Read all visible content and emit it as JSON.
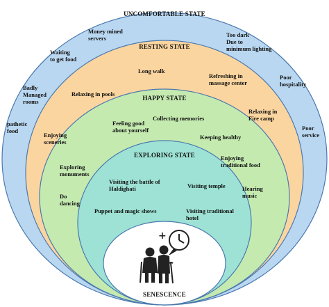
{
  "colors": {
    "outer_ring": "#b9d7f0",
    "resting_ring": "#fbd59f",
    "happy_ring": "#c4eab0",
    "exploring_ring": "#9de2d4",
    "center": "#ffffff",
    "outline": "#4a78b0"
  },
  "rings": {
    "uncomfortable": {
      "title": "UNCOMFORTABLE STATE",
      "items": [
        "Money mined\nservers",
        "Waiting\nto get food",
        "Badly\nManaged\nrooms",
        "pathetic\nfood",
        "Too dark\nDue to\nminimum lighting",
        "Poor\nhospitality",
        "Poor\nservice"
      ]
    },
    "resting": {
      "title": "RESTING STATE",
      "items": [
        "Long walk",
        "Refreshing in\nmassage center",
        "Relaxing in pools",
        "Relaxing in\nFire camp"
      ]
    },
    "happy": {
      "title": "HAPPY STATE",
      "items": [
        "Feeling good\nabout yourself",
        "Collecting memories",
        "Keeping healthy",
        "Enjoying\nsceneries",
        "Enjoying\ntraditional food"
      ]
    },
    "exploring": {
      "title": "EXPLORING STATE",
      "items": [
        "Exploring\nmonuments",
        "Do\ndancing",
        "Visiting the battle of\nHaldighati",
        "Visiting temple",
        "Hearing\nmusic",
        "Puppet and magic shows",
        "Visiting traditional\nhotel"
      ]
    }
  },
  "center": {
    "label": "SENESCENCE",
    "icon": "elderly-couple-with-clock-icon"
  }
}
